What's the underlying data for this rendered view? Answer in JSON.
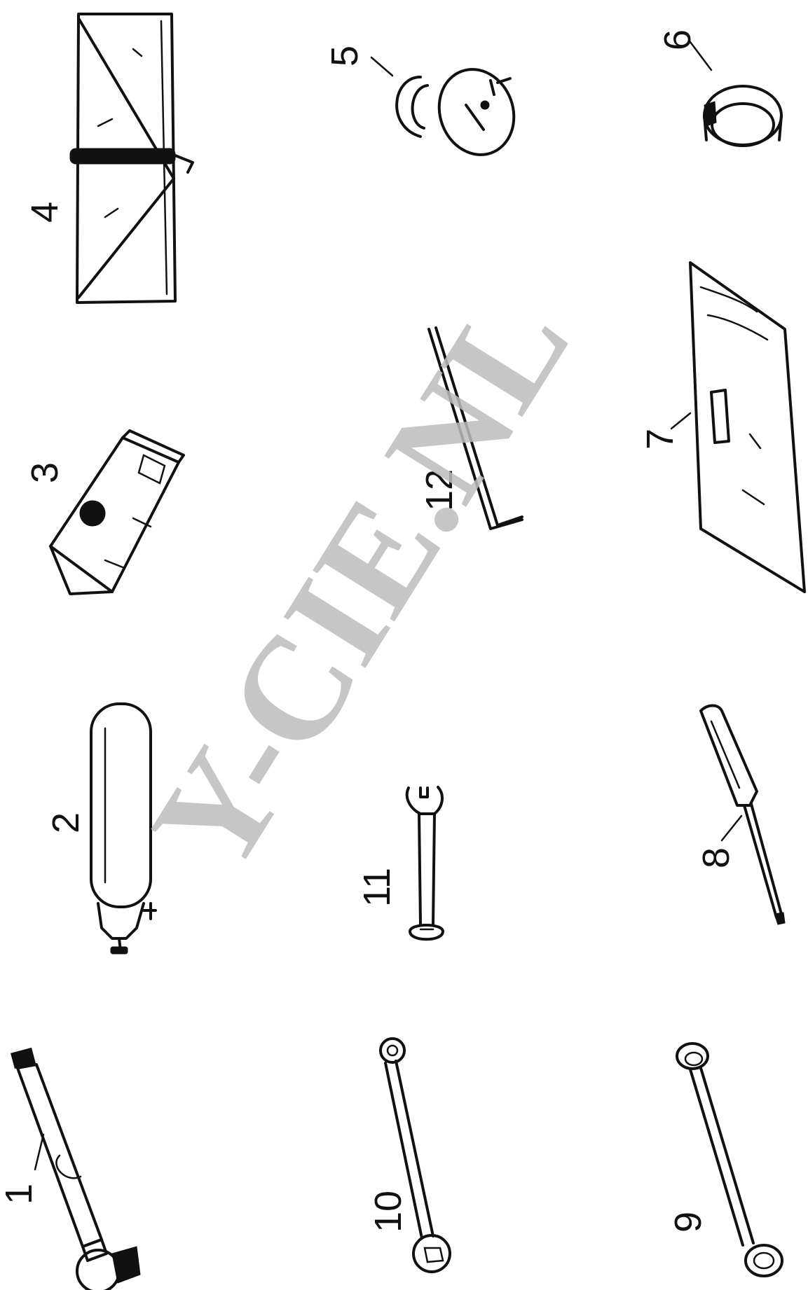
{
  "labels": {
    "l1": "1",
    "l2": "2",
    "l3": "3",
    "l4": "4",
    "l5": "5",
    "l6": "6",
    "l7": "7",
    "l8": "8",
    "l9": "9",
    "l10": "10",
    "l11": "11",
    "l12": "12"
  },
  "watermark": "Y-CIE.NL",
  "colors": {
    "ink": "#111111",
    "watermark": "#bdbdbd",
    "background": "#ffffff"
  }
}
